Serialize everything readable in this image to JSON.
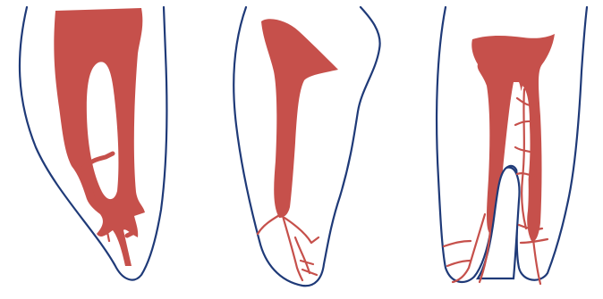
{
  "colors": {
    "outline": "#1f3a78",
    "canal": "#c6504b",
    "background": "#ffffff"
  },
  "figures": [
    {
      "id": "tooth-1",
      "description_key": "single-root-with-loop-canal"
    },
    {
      "id": "tooth-2",
      "description_key": "single-root-funnel-canal-with-apical-delta"
    },
    {
      "id": "tooth-3",
      "description_key": "two-roots-with-lateral-canals"
    }
  ]
}
